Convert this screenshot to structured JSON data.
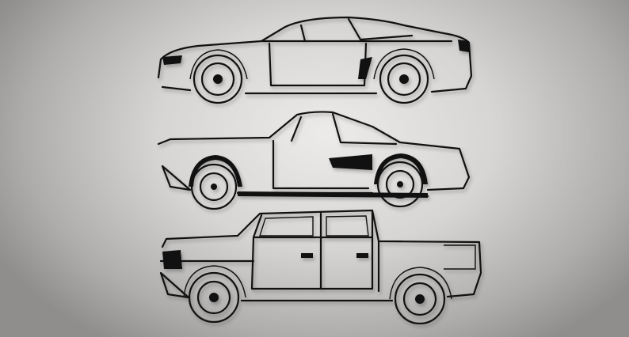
{
  "scene": {
    "background_color": "#d6d5d3",
    "artwork_color": "#111111",
    "artworks": [
      {
        "type": "car-silhouette"
      },
      {
        "type": "car-silhouette"
      },
      {
        "type": "truck-silhouette"
      }
    ]
  }
}
